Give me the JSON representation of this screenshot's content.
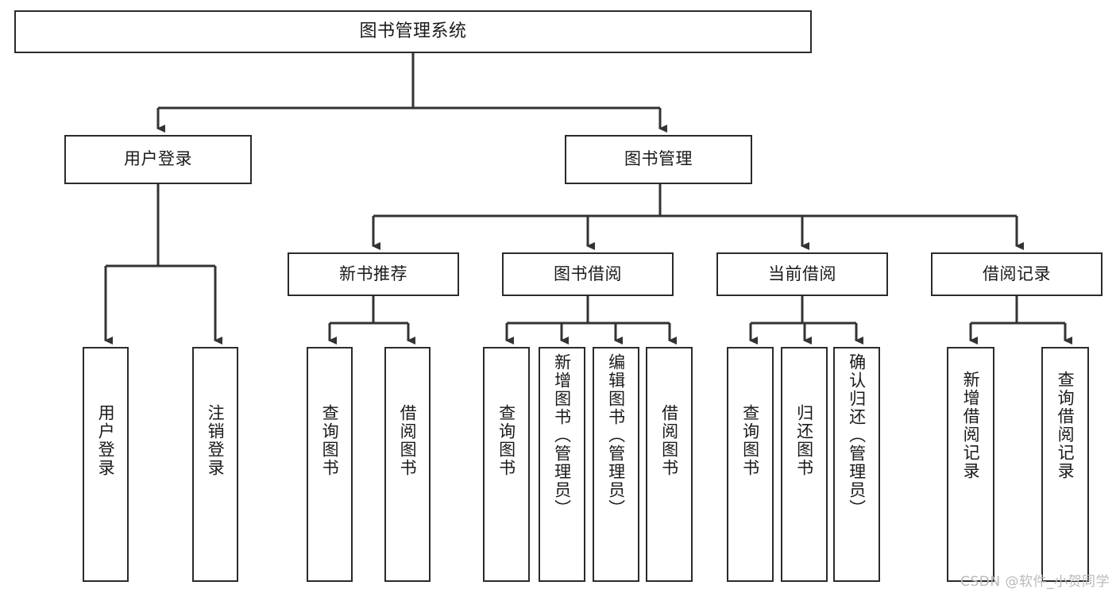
{
  "diagram": {
    "type": "tree-hierarchy-diagram",
    "title": "图书管理系统",
    "orientation": "top-down",
    "colors": {
      "box_border": "#2b2b2b",
      "box_fill": "#ffffff",
      "connector": "#333333",
      "text": "#1a1a1a",
      "watermark": "#b9b9b9",
      "background": "#ffffff"
    },
    "levels": {
      "root": {
        "label": "图书管理系统"
      },
      "level1": [
        {
          "label": "用户登录"
        },
        {
          "label": "图书管理"
        }
      ],
      "level2": [
        {
          "label": "新书推荐"
        },
        {
          "label": "图书借阅"
        },
        {
          "label": "当前借阅"
        },
        {
          "label": "借阅记录"
        }
      ],
      "leaves": {
        "user_login": [
          {
            "label": "用户登录"
          },
          {
            "label": "注销登录"
          }
        ],
        "new_book_recommend": [
          {
            "label": "查询图书"
          },
          {
            "label": "借阅图书"
          }
        ],
        "book_borrow": [
          {
            "label": "查询图书"
          },
          {
            "label": "新增图书（管理员）"
          },
          {
            "label": "编辑图书（管理员）"
          },
          {
            "label": "借阅图书"
          }
        ],
        "current_borrow": [
          {
            "label": "查询图书"
          },
          {
            "label": "归还图书"
          },
          {
            "label": "确认归还（管理员）"
          }
        ],
        "borrow_record": [
          {
            "label": "新增借阅记录"
          },
          {
            "label": "查询借阅记录"
          }
        ]
      }
    }
  },
  "watermark": {
    "text": "CSDN @软件_小贺同学"
  }
}
